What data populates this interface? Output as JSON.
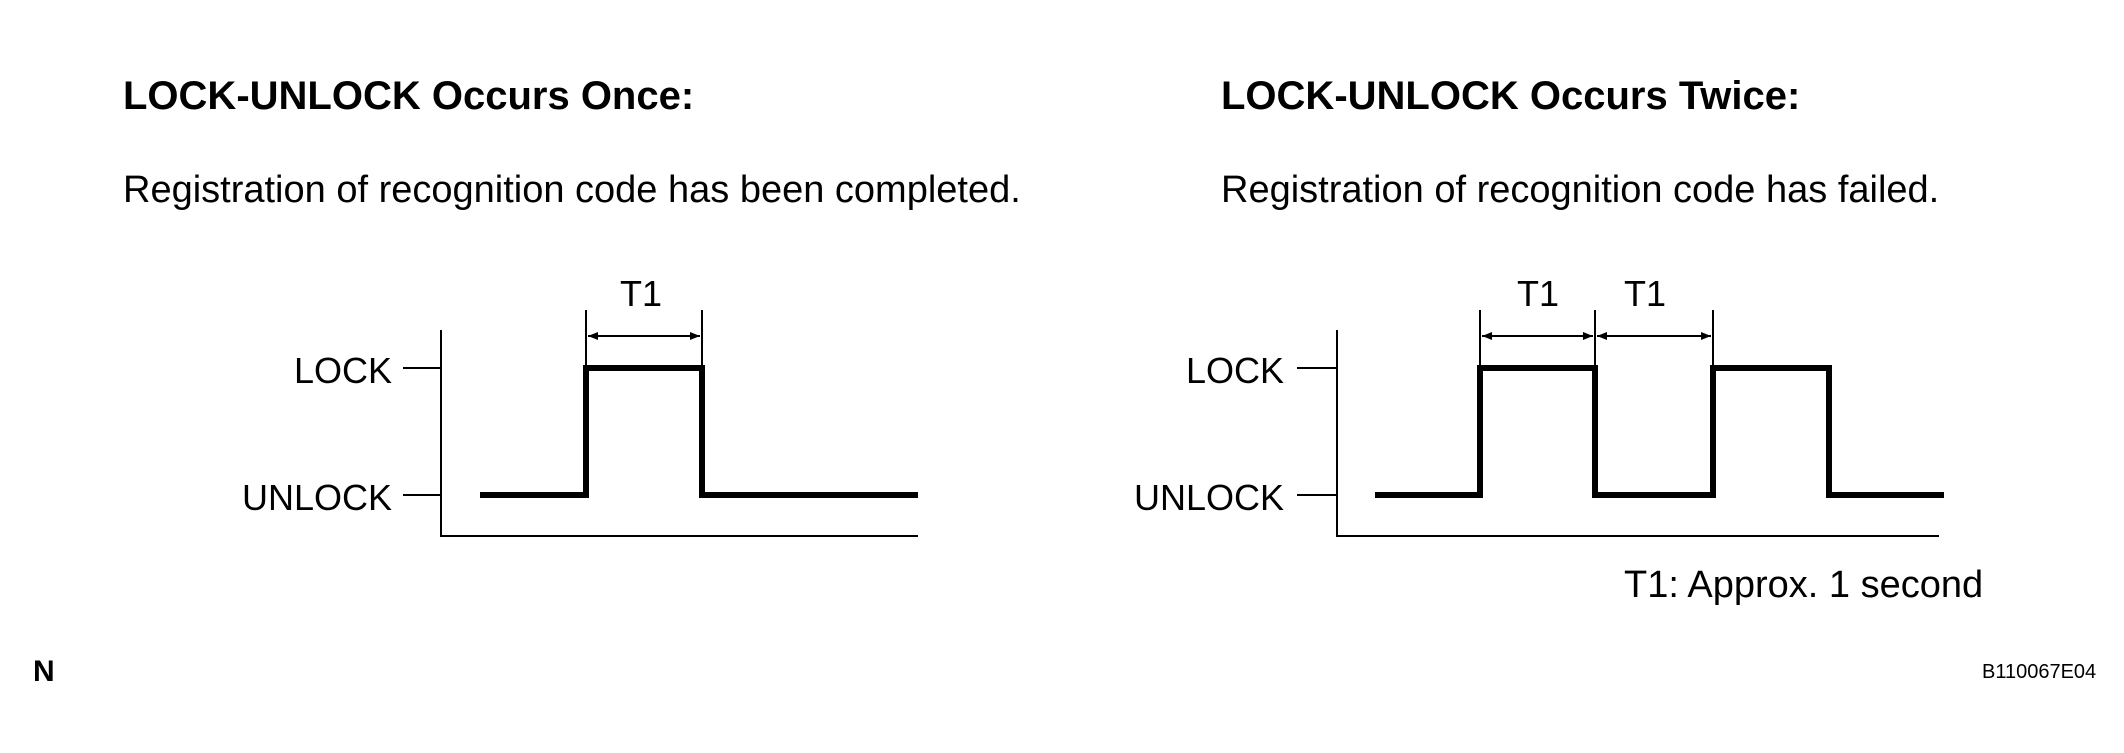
{
  "left_panel": {
    "heading": "LOCK-UNLOCK Occurs Once:",
    "description": "Registration of recognition code has been completed.",
    "level_high": "LOCK",
    "level_low": "UNLOCK",
    "period_label": "T1",
    "pulse_count": 1
  },
  "right_panel": {
    "heading": "LOCK-UNLOCK Occurs Twice:",
    "description": "Registration of recognition code has failed.",
    "level_high": "LOCK",
    "level_low": "UNLOCK",
    "period_labels": [
      "T1",
      "T1"
    ],
    "pulse_count": 2
  },
  "note": "T1: Approx. 1 second",
  "corner_mark": "N",
  "figure_id": "B110067E04",
  "colors": {
    "line": "#000000",
    "background": "#ffffff"
  }
}
